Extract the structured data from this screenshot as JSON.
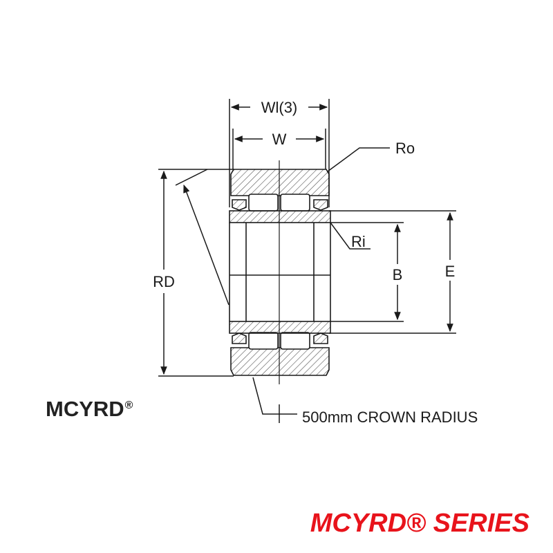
{
  "diagram": {
    "dimension_labels": {
      "wl3": "Wl(3)",
      "w": "W",
      "ro": "Ro",
      "ri": "Ri",
      "rd": "RD",
      "b": "B",
      "e": "E"
    },
    "crown_radius_note": "500mm CROWN RADIUS",
    "model_name": "MCYRD",
    "model_symbol": "®"
  },
  "footer": {
    "series_title": "MCYRD® SERIES",
    "series_color": "#e8131b"
  },
  "colors": {
    "line": "#1a1a1a",
    "hatch": "#555555"
  }
}
